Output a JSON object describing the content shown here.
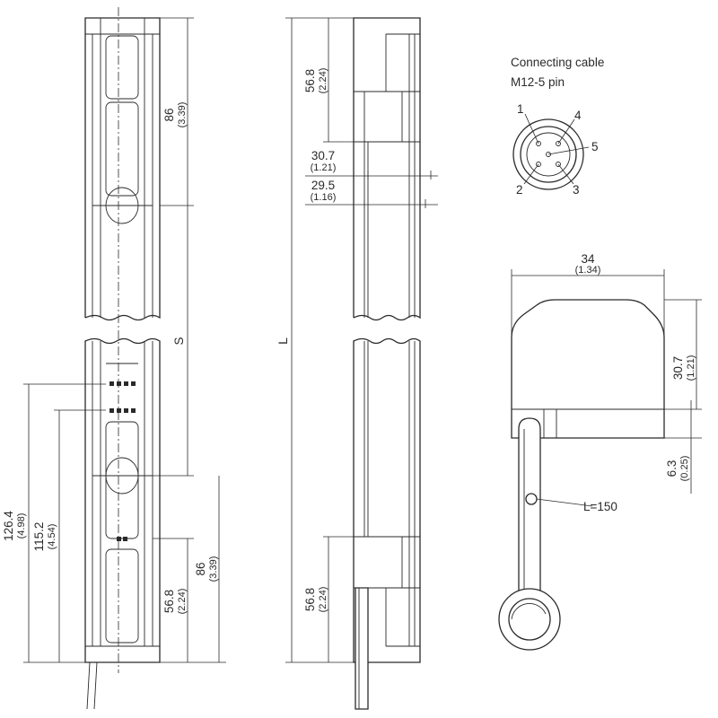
{
  "cable": {
    "title_line1": "Connecting cable",
    "title_line2": "M12-5 pin",
    "pins": [
      "1",
      "2",
      "3",
      "4",
      "5"
    ],
    "length_label": "L=150"
  },
  "front_view": {
    "dim_top_86": "86",
    "dim_top_86_in": "(3.39)",
    "dim_s": "S",
    "dim_126_4": "126.4",
    "dim_126_4_in": "(4.98)",
    "dim_115_2": "115.2",
    "dim_115_2_in": "(4.54)",
    "dim_bottom_86": "86",
    "dim_bottom_86_in": "(3.39)",
    "dim_bottom_56_8": "56.8",
    "dim_bottom_56_8_in": "(2.24)"
  },
  "side_view": {
    "dim_l": "L",
    "dim_top_56_8": "56.8",
    "dim_top_56_8_in": "(2.24)",
    "dim_30_7": "30.7",
    "dim_30_7_in": "(1.21)",
    "dim_29_5": "29.5",
    "dim_29_5_in": "(1.16)",
    "dim_bottom_56_8": "56.8",
    "dim_bottom_56_8_in": "(2.24)"
  },
  "end_view": {
    "dim_width": "34",
    "dim_width_in": "(1.34)",
    "dim_height": "30.7",
    "dim_height_in": "(1.21)",
    "dim_6_3": "6.3",
    "dim_6_3_in": "(0.25)"
  }
}
